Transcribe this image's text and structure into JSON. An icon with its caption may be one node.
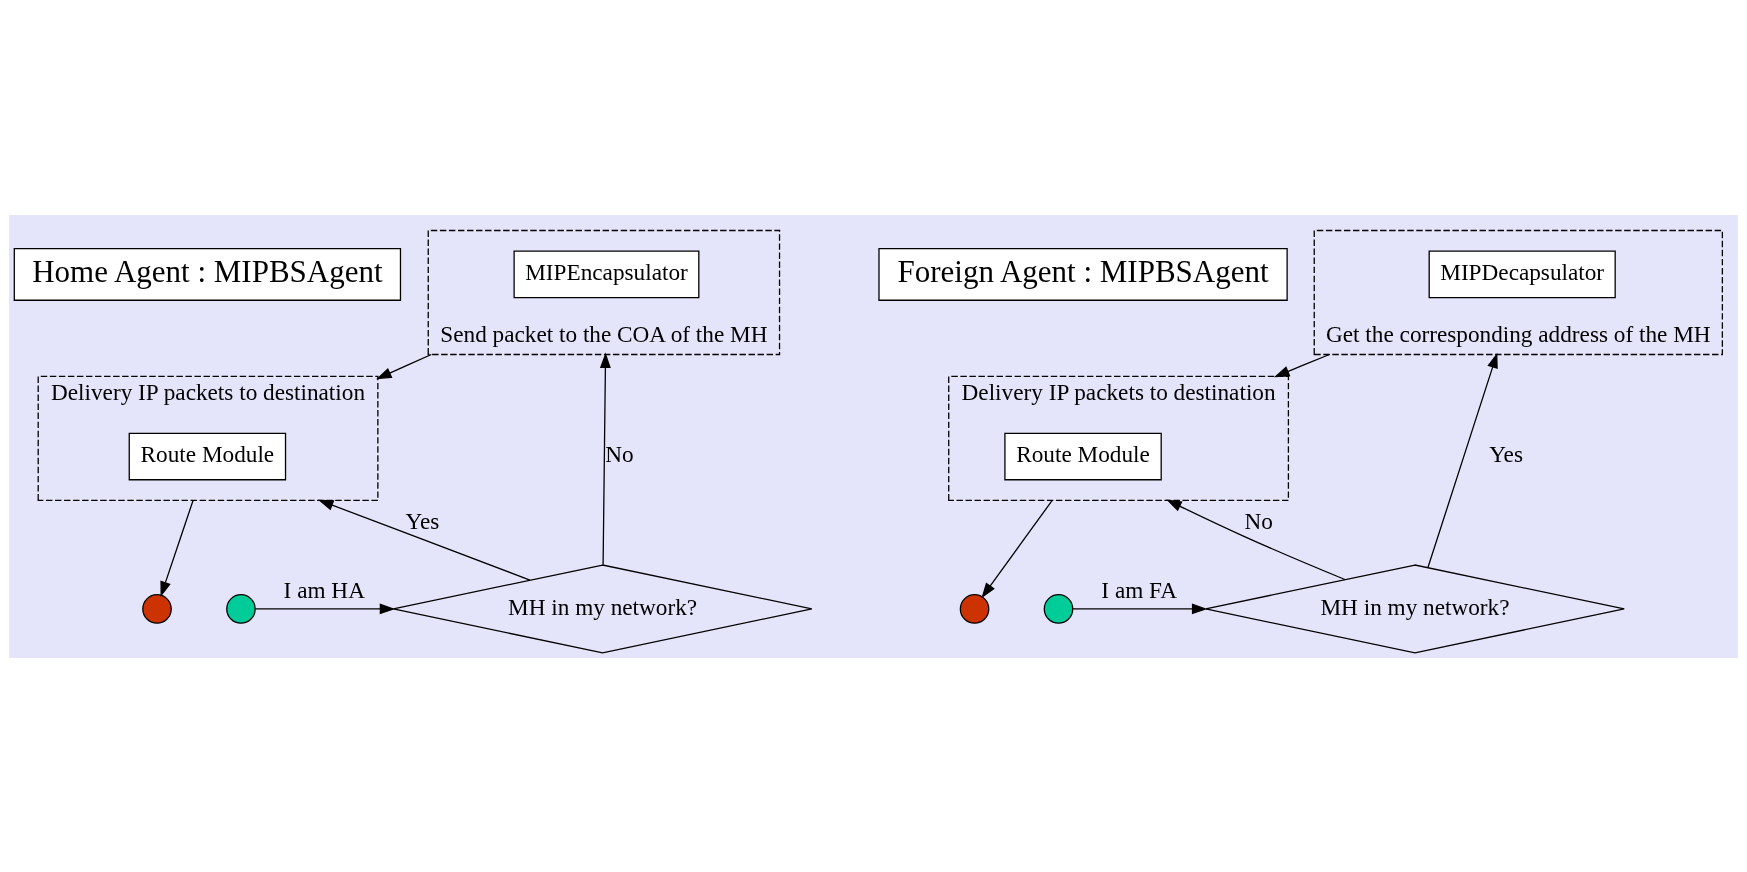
{
  "diagram": {
    "nodes": [
      {
        "text": [
          "Home Agent : MIPBSAgent"
        ]
      },
      {
        "text": [
          "Delivery IP packets to destination"
        ]
      },
      {
        "text": [
          "Route Module"
        ],
        "in": 1
      },
      {
        "text": [],
        "shape": "circle"
      },
      {
        "text": [
          "MH in my network?"
        ]
      },
      {
        "text": [],
        "shape": "circle"
      },
      {
        "text": [
          "Send packet to the COA of the MH"
        ]
      },
      {
        "text": [
          "MIPEncapsulator"
        ],
        "in": 6
      },
      {
        "text": [
          "Foreign Agent : MIPBSAgent"
        ]
      },
      {
        "text": [
          "Delivery IP packets to destination"
        ]
      },
      {
        "text": [
          "Route Module"
        ],
        "in": 9
      },
      {
        "text": [],
        "shape": "circle"
      },
      {
        "text": [
          "MH in my network?"
        ]
      },
      {
        "text": [],
        "shape": "circle"
      },
      {
        "text": [
          "Get the corresponding address of the MH"
        ]
      },
      {
        "text": [
          "MIPDecapsulator"
        ],
        "in": 14
      }
    ],
    "edges": [
      {
        "from": 1,
        "to": 3,
        "arrow": "to"
      },
      {
        "from": 5,
        "to": 4,
        "arrow": "to",
        "label": "I am HA"
      },
      {
        "from": 4,
        "to": 1,
        "arrow": "to",
        "label": "Yes"
      },
      {
        "from": 4,
        "to": 6,
        "arrow": "to",
        "label": "No"
      },
      {
        "from": 6,
        "to": 1,
        "arrow": "to"
      },
      {
        "from": 9,
        "to": 11,
        "arrow": "to"
      },
      {
        "from": 13,
        "to": 12,
        "arrow": "to",
        "label": "I am FA"
      },
      {
        "from": 12,
        "to": 9,
        "arrow": "to",
        "label": "No"
      },
      {
        "from": 12,
        "to": 14,
        "arrow": "to",
        "label": "Yes"
      },
      {
        "from": 14,
        "to": 9,
        "arrow": "to"
      }
    ]
  }
}
